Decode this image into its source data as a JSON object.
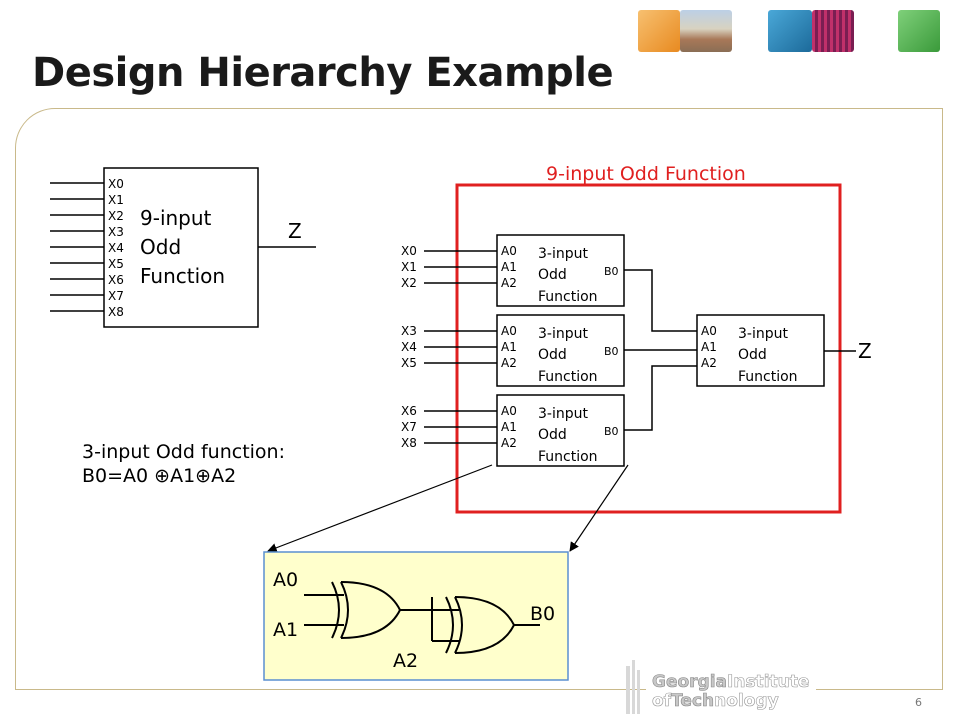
{
  "slide": {
    "title": "Design Hierarchy Example",
    "page_number": "6"
  },
  "left_block": {
    "inputs": [
      "X0",
      "X1",
      "X2",
      "X3",
      "X4",
      "X5",
      "X6",
      "X7",
      "X8"
    ],
    "label_lines": [
      "9-input",
      "Odd",
      "Function"
    ],
    "output": "Z"
  },
  "red_frame": {
    "label": "9-input Odd Function",
    "color": "#e02020"
  },
  "sub_blocks": [
    {
      "inputs": [
        "X0",
        "X1",
        "X2"
      ],
      "pins": [
        "A0",
        "A1",
        "A2"
      ],
      "out": "B0",
      "label_lines": [
        "3-input",
        "Odd",
        "Function"
      ]
    },
    {
      "inputs": [
        "X3",
        "X4",
        "X5"
      ],
      "pins": [
        "A0",
        "A1",
        "A2"
      ],
      "out": "B0",
      "label_lines": [
        "3-input",
        "Odd",
        "Function"
      ]
    },
    {
      "inputs": [
        "X6",
        "X7",
        "X8"
      ],
      "pins": [
        "A0",
        "A1",
        "A2"
      ],
      "out": "B0",
      "label_lines": [
        "3-input",
        "Odd",
        "Function"
      ]
    }
  ],
  "final_block": {
    "pins": [
      "A0",
      "A1",
      "A2"
    ],
    "label_lines": [
      "3-input",
      "Odd",
      "Function"
    ],
    "output": "Z"
  },
  "note": {
    "line1": "3-input Odd function:",
    "line2": "B0=A0 ⊕A1⊕A2"
  },
  "gate_panel": {
    "inputs": [
      "A0",
      "A1",
      "A2"
    ],
    "output": "B0",
    "fill": "#ffffcc",
    "border": "#5a8fd0"
  },
  "logo": {
    "line1a": "Georgia",
    "line1b": "Institute",
    "line2a": "of",
    "line2b": "Tech",
    "line2c": "nology"
  },
  "colors": {
    "frame": "#c9b98a",
    "thumb_orange": "#f0a040",
    "thumb_blue": "#2c84b5",
    "thumb_green": "#5cb85c"
  }
}
